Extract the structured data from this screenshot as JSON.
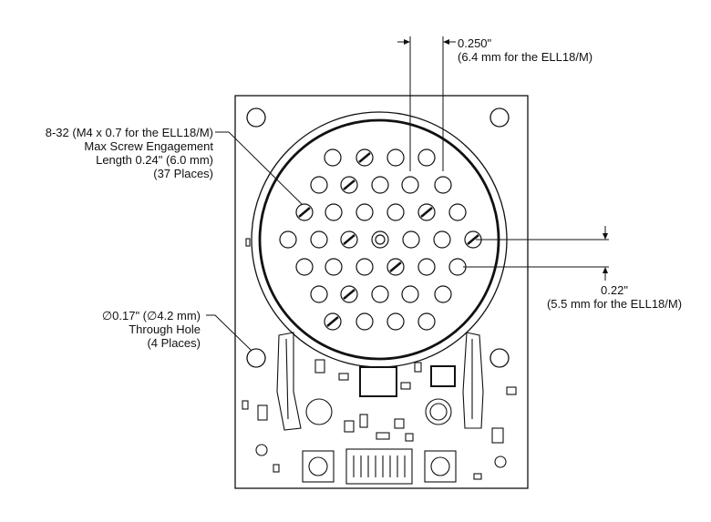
{
  "callouts": {
    "horizontal_pitch": {
      "line1": "0.250\"",
      "line2": "(6.4 mm for the ELL18/M)"
    },
    "screw": {
      "line1": "8-32 (M4 x 0.7 for the ELL18/M)",
      "line2": "Max Screw Engagement",
      "line3": "Length 0.24\" (6.0 mm)",
      "line4": "(37 Places)"
    },
    "vertical_pitch": {
      "line1": "0.22\"",
      "line2": "(5.5 mm for the ELL18/M)"
    },
    "through_hole": {
      "line1": "∅0.17\" (∅4.2 mm)",
      "line2": "Through Hole",
      "line3": "(4 Places)"
    }
  },
  "colors": {
    "line": "#111111",
    "background": "#ffffff"
  }
}
